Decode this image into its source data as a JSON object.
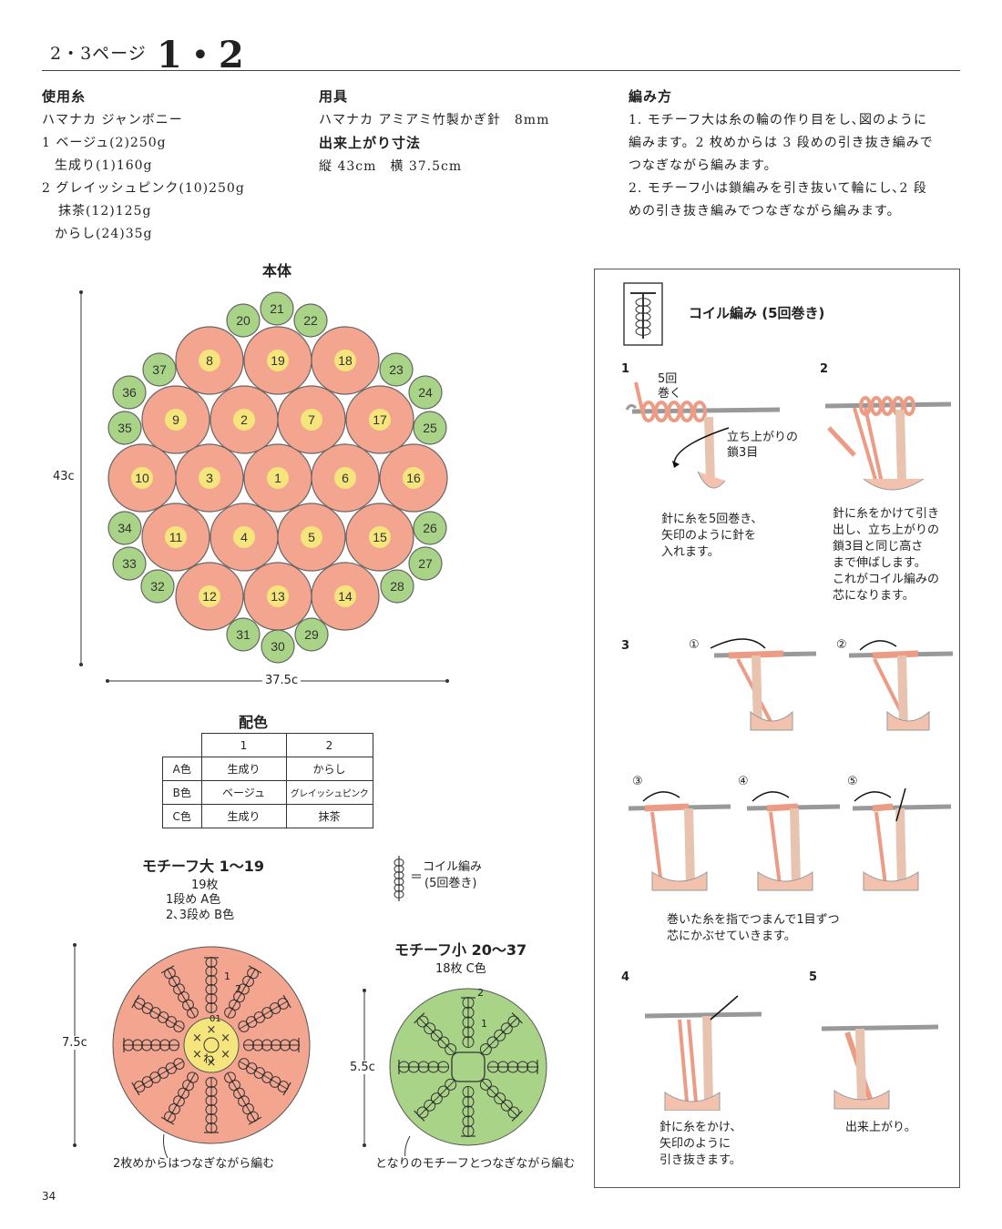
{
  "header": {
    "pages": "2・3ページ",
    "title": "1・2"
  },
  "yarn": {
    "heading": "使用糸",
    "brand": "ハマナカ ジャンボニー",
    "lines": [
      "1 ベージュ(2)250g",
      "生成り(1)160g",
      "2 グレイッシュピンク(10)250g",
      "抹茶(12)125g",
      "からし(24)35g"
    ]
  },
  "tools": {
    "heading": "用具",
    "hook": "ハマナカ アミアミ竹製かぎ針　8mm",
    "size_heading": "出来上がり寸法",
    "size": "縦 43cm　横 37.5cm"
  },
  "method": {
    "heading": "編み方",
    "lines": [
      "1. モチーフ大は糸の輪の作り目をし､図のように",
      "編みます。2 枚めからは 3 段めの引き抜き編みで",
      "つなぎながら編みます。",
      "2. モチーフ小は鎖編みを引き抜いて輪にし､2 段",
      "めの引き抜き編みでつなぎながら編みます。"
    ]
  },
  "body": {
    "title": "本体",
    "height": "43c",
    "width": "37.5c",
    "large_labels": [
      "1",
      "2",
      "3",
      "4",
      "5",
      "6",
      "7",
      "8",
      "9",
      "10",
      "11",
      "12",
      "13",
      "14",
      "15",
      "16",
      "17",
      "18",
      "19"
    ],
    "small_labels": [
      "20",
      "21",
      "22",
      "23",
      "24",
      "25",
      "26",
      "27",
      "28",
      "29",
      "30",
      "31",
      "32",
      "33",
      "34",
      "35",
      "36",
      "37"
    ]
  },
  "colors": {
    "title": "配色",
    "headers": [
      "",
      "1",
      "2"
    ],
    "rows": [
      [
        "A色",
        "生成り",
        "からし"
      ],
      [
        "B色",
        "ベージュ",
        "グレイッシュピンク"
      ],
      [
        "C色",
        "生成り",
        "抹茶"
      ]
    ]
  },
  "legend": {
    "line1": "コイル編み",
    "line2": "(5回巻き)",
    "eq": "＝"
  },
  "motif_large": {
    "title": "モチーフ大 1〜19",
    "count": "19枚",
    "row1": "1段め A色",
    "row23": "2､3段め B色",
    "size": "7.5c",
    "note": "2枚めからはつなぎながら編む",
    "center": "わ",
    "row_marks": [
      "01",
      "1",
      "2"
    ]
  },
  "motif_small": {
    "title": "モチーフ小 20〜37",
    "count": "18枚 C色",
    "size": "5.5c",
    "note": "となりのモチーフとつなぎながら編む",
    "row_marks": [
      "1",
      "2"
    ]
  },
  "coil": {
    "title": "コイル編み (5回巻き)",
    "step1": {
      "num": "1",
      "lab1": "5回",
      "lab2": "巻く",
      "lab3": "立ち上がりの",
      "lab4": "鎖3目",
      "text": [
        "針に糸を5回巻き、",
        "矢印のように針を",
        "入れます。"
      ]
    },
    "step2": {
      "num": "2",
      "text": [
        "針に糸をかけて引き",
        "出し、立ち上がりの",
        "鎖3目と同じ高さ",
        "まで伸ばします。",
        "これがコイル編みの",
        "芯になります。"
      ]
    },
    "step3": {
      "num": "3",
      "subs": [
        "①",
        "②",
        "③",
        "④",
        "⑤"
      ],
      "text": [
        "巻いた糸を指でつまんで1目ずつ",
        "芯にかぶせていきます。"
      ]
    },
    "step4": {
      "num": "4",
      "text": [
        "針に糸をかけ、",
        "矢印のように",
        "引き抜きます。"
      ]
    },
    "step5": {
      "num": "5",
      "text": [
        "出来上がり。"
      ]
    }
  },
  "page_number": "34",
  "palette": {
    "salmon": "#f3a58f",
    "green": "#a9d488",
    "yellow": "#f6e57c",
    "yarn": "#ec9b84",
    "coil_dark": "#333333"
  }
}
